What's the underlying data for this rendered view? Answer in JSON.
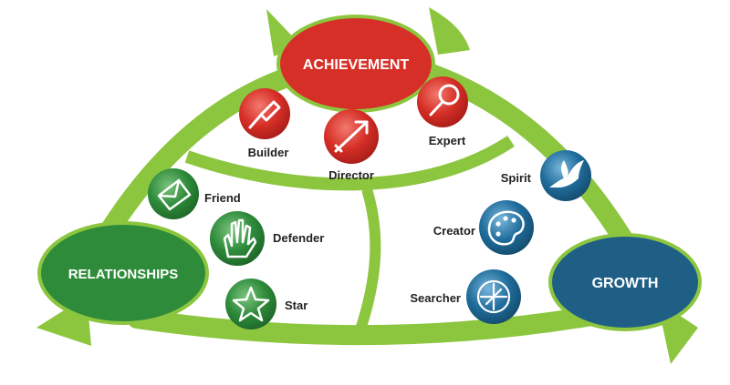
{
  "diagram": {
    "hubs": {
      "achievement": {
        "label": "ACHIEVEMENT",
        "color": "#d62f27"
      },
      "relationships": {
        "label": "RELATIONSHIPS",
        "color": "#2e8b3a"
      },
      "growth": {
        "label": "GROWTH",
        "color": "#1f5f86"
      }
    },
    "frame_color": "#8cc63f",
    "roles": {
      "builder": {
        "label": "Builder",
        "icon": "trowel-icon",
        "color": "#d62f27"
      },
      "director": {
        "label": "Director",
        "icon": "arrow-icon",
        "color": "#d62f27"
      },
      "expert": {
        "label": "Expert",
        "icon": "magnifier-icon",
        "color": "#d62f27"
      },
      "friend": {
        "label": "Friend",
        "icon": "envelope-icon",
        "color": "#2e8b3a"
      },
      "defender": {
        "label": "Defender",
        "icon": "hand-icon",
        "color": "#2e8b3a"
      },
      "star": {
        "label": "Star",
        "icon": "star-icon",
        "color": "#2e8b3a"
      },
      "spirit": {
        "label": "Spirit",
        "icon": "dove-icon",
        "color": "#1f5f86"
      },
      "creator": {
        "label": "Creator",
        "icon": "palette-icon",
        "color": "#1f5f86"
      },
      "searcher": {
        "label": "Searcher",
        "icon": "compass-icon",
        "color": "#1f5f86"
      }
    }
  }
}
